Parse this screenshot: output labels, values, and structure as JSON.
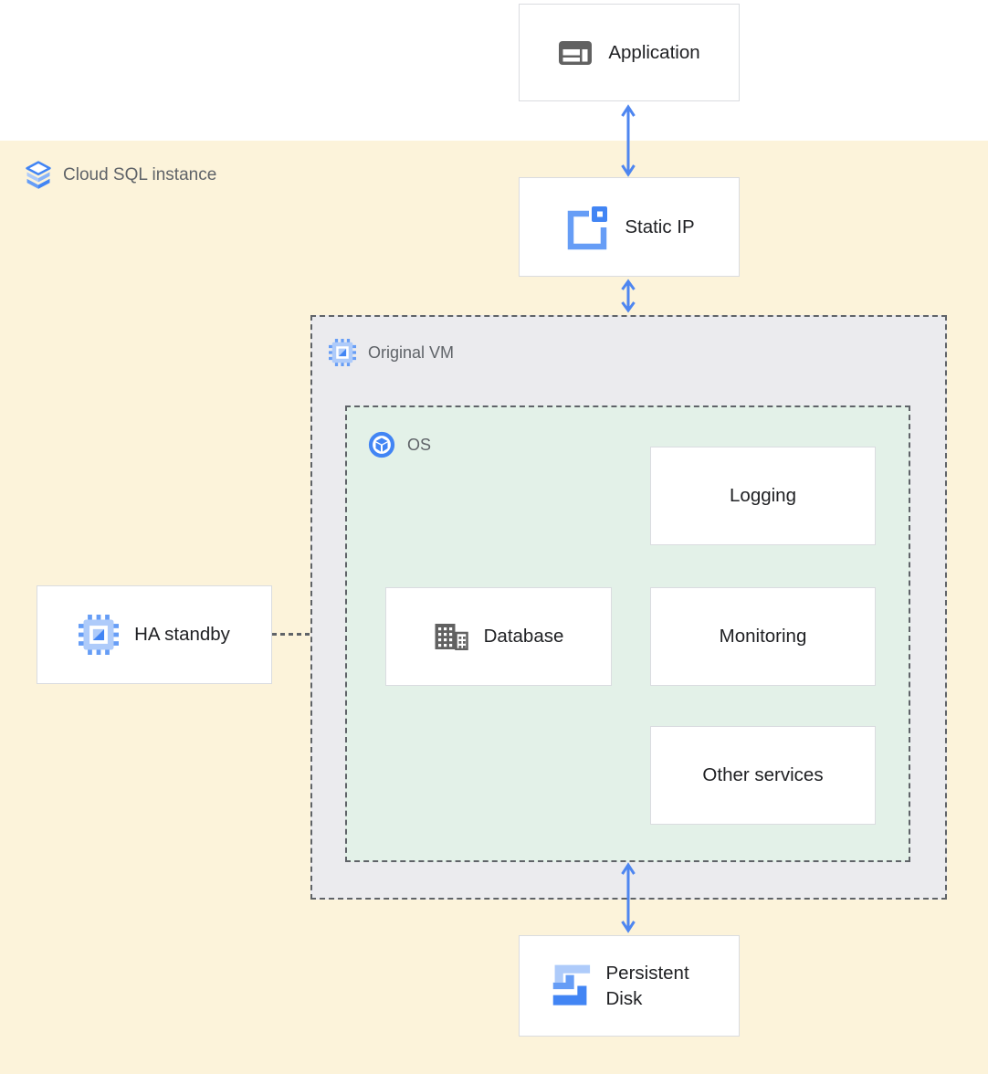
{
  "diagram": {
    "regions": {
      "cloud_sql_instance": {
        "label": "Cloud SQL instance",
        "icon": "cloud-sql-icon",
        "fill": "#fcf3da"
      },
      "original_vm": {
        "label": "Original VM",
        "icon": "compute-engine-icon",
        "fill": "#ebebee"
      },
      "os": {
        "label": "OS",
        "icon": "os-icon",
        "fill": "#e3f1e8"
      }
    },
    "nodes": {
      "application": {
        "label": "Application",
        "icon": "application-icon"
      },
      "static_ip": {
        "label": "Static IP",
        "icon": "static-ip-icon"
      },
      "ha_standby": {
        "label": "HA standby",
        "icon": "compute-engine-icon"
      },
      "logging": {
        "label": "Logging"
      },
      "database": {
        "label": "Database",
        "icon": "database-icon"
      },
      "monitoring": {
        "label": "Monitoring"
      },
      "other_services": {
        "label": "Other services"
      },
      "persistent_disk": {
        "label": "Persistent Disk",
        "icon": "persistent-disk-icon"
      }
    },
    "connections": [
      {
        "from": "application",
        "to": "static_ip",
        "style": "double-arrow"
      },
      {
        "from": "static_ip",
        "to": "original_vm",
        "style": "double-arrow"
      },
      {
        "from": "os",
        "to": "persistent_disk",
        "style": "double-arrow"
      },
      {
        "from": "ha_standby",
        "to": "os",
        "style": "dashed-line"
      }
    ],
    "colors": {
      "arrow_blue": "#4e86f0",
      "region_yellow": "#fcf3da",
      "region_gray": "#ebebee",
      "region_green": "#e3f1e8",
      "box_border": "#dadce0",
      "dash_gray": "#5f6368",
      "text_dark": "#202124",
      "text_gray": "#5f6368",
      "icon_blue": "#4285f4",
      "icon_blue_mid": "#669df6",
      "icon_blue_light": "#aecbfa",
      "icon_gray": "#616161"
    }
  }
}
